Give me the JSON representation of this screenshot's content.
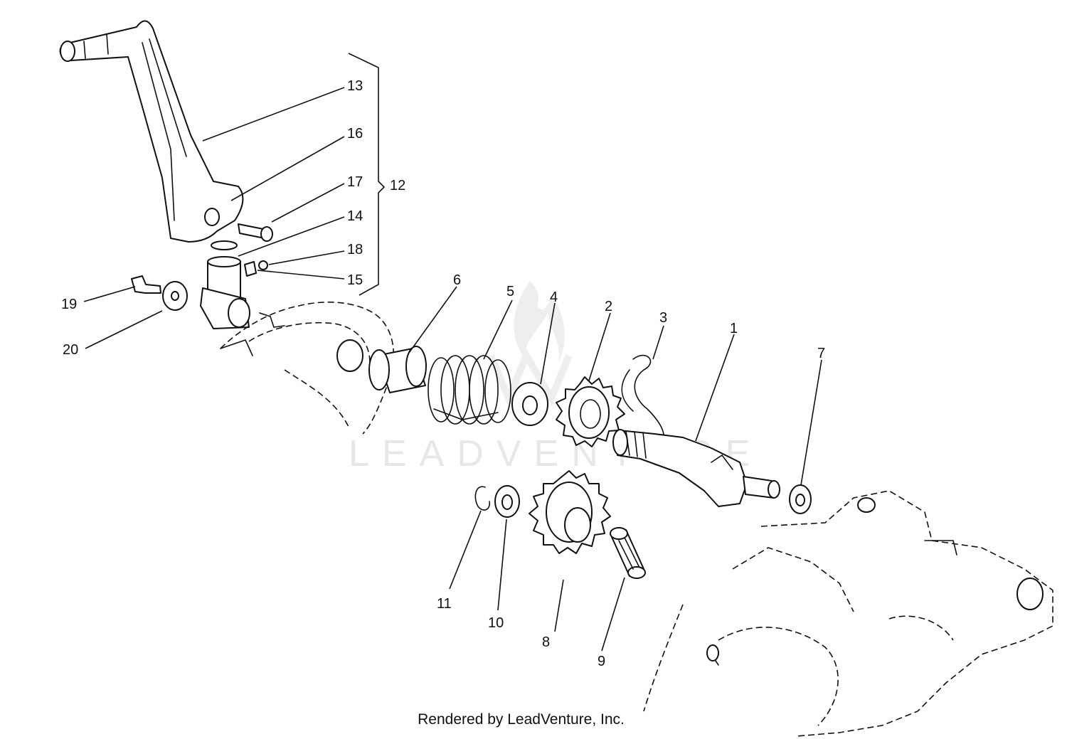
{
  "diagram": {
    "callouts": [
      "1",
      "2",
      "3",
      "4",
      "5",
      "6",
      "7",
      "8",
      "9",
      "10",
      "11",
      "12",
      "13",
      "14",
      "15",
      "16",
      "17",
      "18",
      "19",
      "20"
    ],
    "watermark_text": "LEADVENTURE",
    "credit": "Rendered by LeadVenture, Inc.",
    "colors": {
      "ink": "#111111",
      "background": "#ffffff",
      "watermark": "#d4d4d4"
    }
  }
}
